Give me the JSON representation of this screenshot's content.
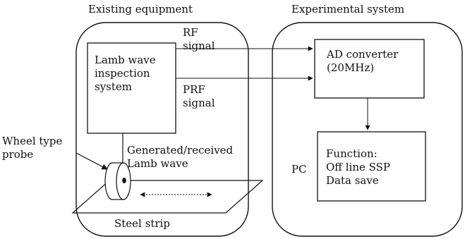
{
  "groups": {
    "existing": "Existing equipment",
    "experimental": "Experimental system"
  },
  "blocks": {
    "lamb_system": "Lamb wave\ninspection\nsystem",
    "ad_converter": "AD converter\n(20MHz)",
    "function_box": "Function:\nOff line SSP\nData save"
  },
  "signals": {
    "rf": "RF\nsignal",
    "prf": "PRF\nsignal"
  },
  "labels": {
    "probe": "Wheel type\nprobe",
    "lamb_wave": "Generated/received\nLamb wave",
    "steel_strip": "Steel strip",
    "pc": "PC"
  }
}
